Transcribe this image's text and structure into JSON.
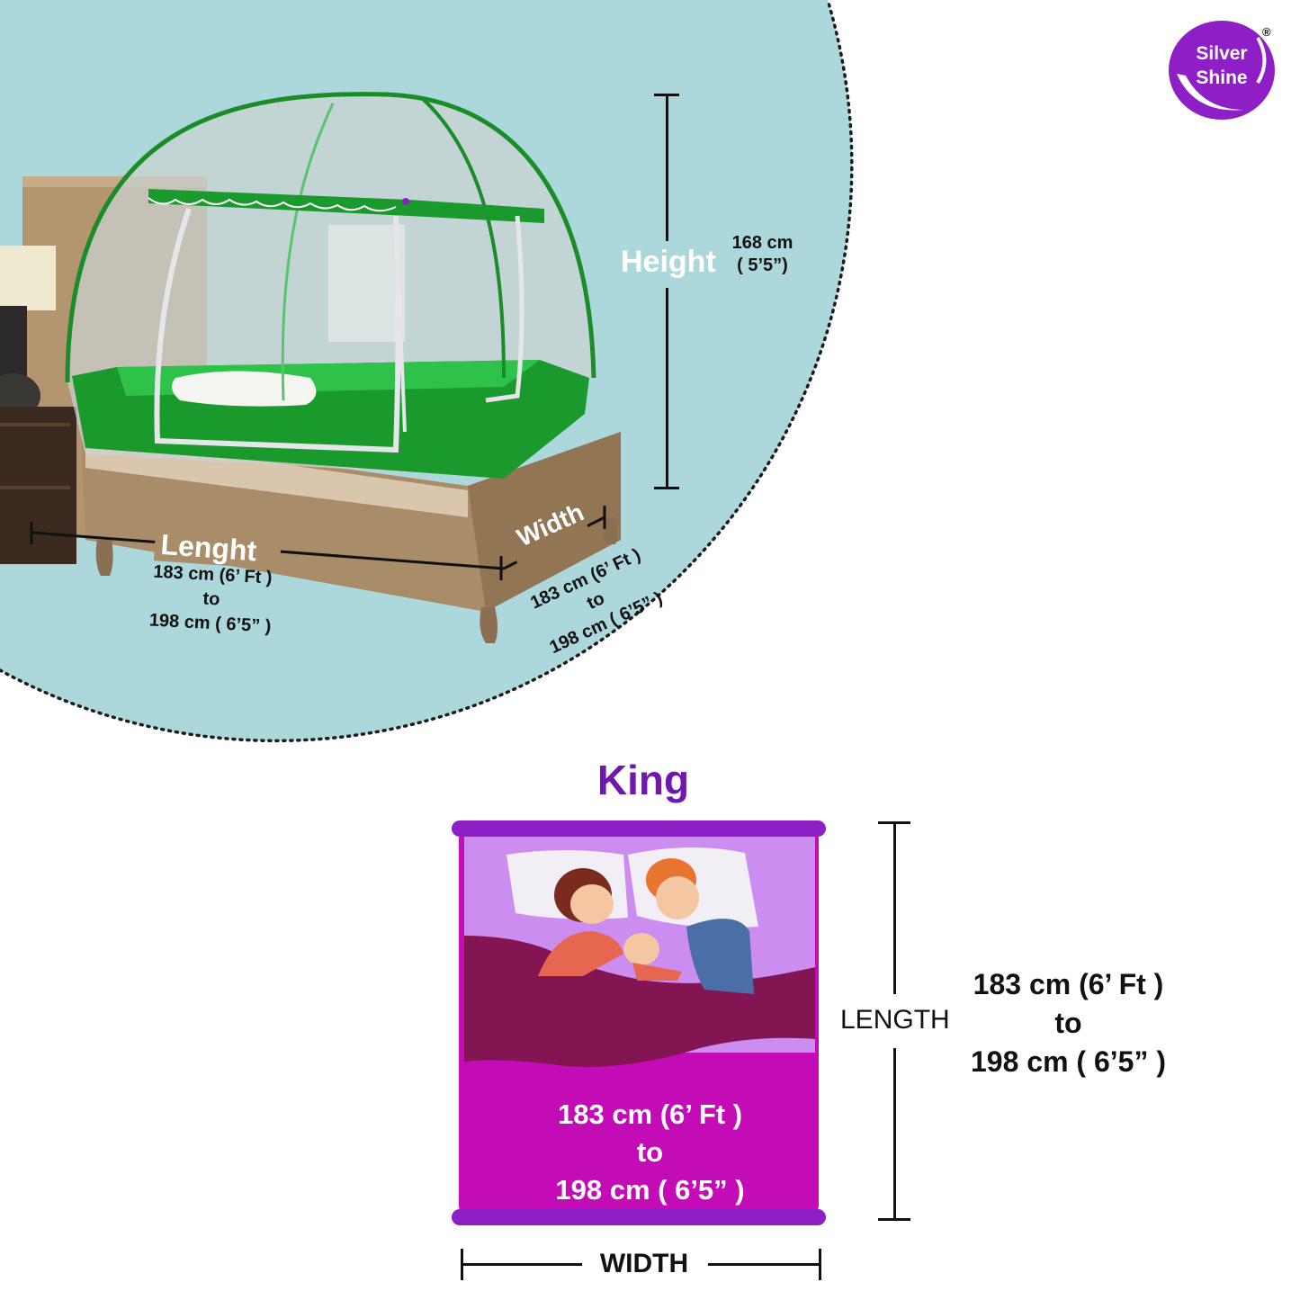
{
  "brand": {
    "line1": "Silver",
    "line2": "Shine",
    "registered": "®"
  },
  "tent": {
    "height_label": "Height",
    "height_value_line1": "168 cm",
    "height_value_line2": "( 5’5”)",
    "length_label": "Lenght",
    "length_value_line1": "183 cm (6’ Ft )",
    "length_value_line2": "to",
    "length_value_line3": "198 cm ( 6’5” )",
    "width_label": "Width",
    "width_value_line1": "183 cm (6’ Ft )",
    "width_value_line2": "to",
    "width_value_line3": "198 cm ( 6’5” )"
  },
  "size_card": {
    "title": "King",
    "inner_line1": "183 cm (6’ Ft )",
    "inner_line2": "to",
    "inner_line3": "198 cm ( 6’5” )",
    "length_label": "LENGTH",
    "length_line1": "183 cm (6’ Ft )",
    "length_line2": "to",
    "length_line3": "198 cm ( 6’5” )",
    "width_label": "WIDTH"
  },
  "colors": {
    "circle_bg": "#acd8db",
    "net_green": "#1a9a2c",
    "brand_purple": "#8e1fc7",
    "title_purple": "#6f18b0",
    "mattress_top": "#cc8df0",
    "mattress_dark": "#821552",
    "mattress_bottom": "#c30bb6"
  }
}
